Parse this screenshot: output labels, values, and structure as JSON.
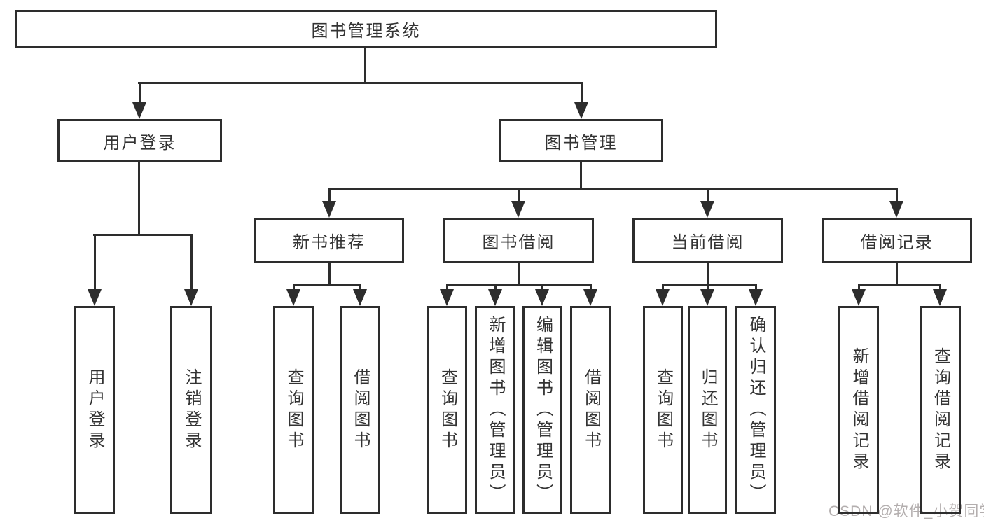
{
  "tree": {
    "label": "图书管理系统",
    "children": [
      {
        "label": "用户登录",
        "children": [
          {
            "label": "用户登录"
          },
          {
            "label": "注销登录"
          }
        ]
      },
      {
        "label": "图书管理",
        "children": [
          {
            "label": "新书推荐",
            "children": [
              {
                "label": "查询图书"
              },
              {
                "label": "借阅图书"
              }
            ]
          },
          {
            "label": "图书借阅",
            "children": [
              {
                "label": "查询图书"
              },
              {
                "label": "新增图书（管理员）"
              },
              {
                "label": "编辑图书（管理员）"
              },
              {
                "label": "借阅图书"
              }
            ]
          },
          {
            "label": "当前借阅",
            "children": [
              {
                "label": "查询图书"
              },
              {
                "label": "归还图书"
              },
              {
                "label": "确认归还（管理员）"
              }
            ]
          },
          {
            "label": "借阅记录",
            "children": [
              {
                "label": "新增借阅记录"
              },
              {
                "label": "查询借阅记录"
              }
            ]
          }
        ]
      }
    ]
  },
  "watermark": "CSDN @软件_小贺同学",
  "colors": {
    "line": "#2d2d2d",
    "text": "#333333",
    "background": "#ffffff",
    "watermark": "#b3aeae"
  }
}
